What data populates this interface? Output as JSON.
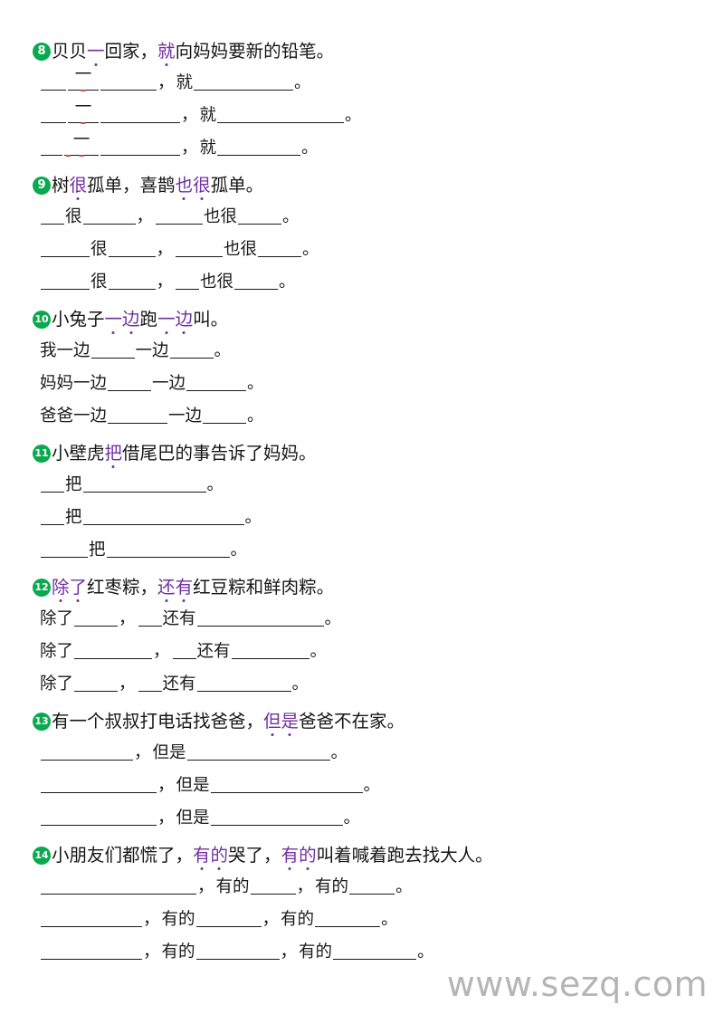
{
  "watermark": "www.sezq.com",
  "colors": {
    "badge_green": "#0aa94f",
    "emphasis_purple": "#7030a0",
    "text_black": "#1a1a1a",
    "watermark_gray": "#a9a9a9",
    "tick_red": "#d04a3a"
  },
  "exercises": [
    {
      "number": "8",
      "prompt": {
        "segments": [
          {
            "t": "贝贝",
            "em": false
          },
          {
            "t": "一",
            "em": true
          },
          {
            "t": "回家，",
            "em": false
          },
          {
            "t": "就",
            "em": true
          },
          {
            "t": "向妈妈要新的铅笔。",
            "em": false
          }
        ]
      },
      "lines": [
        {
          "parts": [
            {
              "type": "blank",
              "w": 28
            },
            {
              "type": "overblank",
              "char": "一",
              "w": 34,
              "tick": "center"
            },
            {
              "type": "blank",
              "w": 62
            },
            {
              "type": "text",
              "t": "，"
            },
            {
              "type": "text",
              "t": "就"
            },
            {
              "type": "blank",
              "w": 110
            },
            {
              "type": "text",
              "t": "。"
            }
          ]
        },
        {
          "parts": [
            {
              "type": "blank",
              "w": 28
            },
            {
              "type": "overblank",
              "char": "一",
              "w": 34,
              "tick": "center"
            },
            {
              "type": "blank",
              "w": 88
            },
            {
              "type": "text",
              "t": "，"
            },
            {
              "type": "text",
              "t": "就"
            },
            {
              "type": "blank",
              "w": 140
            },
            {
              "type": "text",
              "t": "。"
            }
          ]
        },
        {
          "parts": [
            {
              "type": "blank",
              "w": 24
            },
            {
              "type": "overblank",
              "char": "一",
              "w": 38,
              "tick": "both"
            },
            {
              "type": "blank",
              "w": 88
            },
            {
              "type": "text",
              "t": "，"
            },
            {
              "type": "text",
              "t": "就"
            },
            {
              "type": "blank",
              "w": 92
            },
            {
              "type": "text",
              "t": "。"
            }
          ]
        }
      ]
    },
    {
      "number": "9",
      "prompt": {
        "segments": [
          {
            "t": "树",
            "em": false
          },
          {
            "t": "很",
            "em": true
          },
          {
            "t": "孤单，喜鹊",
            "em": false
          },
          {
            "t": "也",
            "em": true
          },
          {
            "t": "很",
            "em": true
          },
          {
            "t": "孤单。",
            "em": false
          }
        ]
      },
      "lines": [
        {
          "parts": [
            {
              "type": "blank",
              "w": 26
            },
            {
              "type": "text",
              "t": "很"
            },
            {
              "type": "blank",
              "w": 58
            },
            {
              "type": "text",
              "t": "，"
            },
            {
              "type": "blank",
              "w": 52
            },
            {
              "type": "text",
              "t": "也很"
            },
            {
              "type": "blank",
              "w": 48
            },
            {
              "type": "text",
              "t": "。"
            }
          ]
        },
        {
          "parts": [
            {
              "type": "blank",
              "w": 54
            },
            {
              "type": "text",
              "t": "很"
            },
            {
              "type": "blank",
              "w": 52
            },
            {
              "type": "text",
              "t": "，"
            },
            {
              "type": "blank",
              "w": 52
            },
            {
              "type": "text",
              "t": "也很"
            },
            {
              "type": "blank",
              "w": 48
            },
            {
              "type": "text",
              "t": "。"
            }
          ]
        },
        {
          "parts": [
            {
              "type": "blank",
              "w": 54
            },
            {
              "type": "text",
              "t": "很"
            },
            {
              "type": "blank",
              "w": 52
            },
            {
              "type": "text",
              "t": "，"
            },
            {
              "type": "blank",
              "w": 26
            },
            {
              "type": "text",
              "t": "也很"
            },
            {
              "type": "blank",
              "w": 48
            },
            {
              "type": "text",
              "t": "。"
            }
          ]
        }
      ]
    },
    {
      "number": "10",
      "prompt": {
        "segments": [
          {
            "t": "小兔子",
            "em": false
          },
          {
            "t": "一",
            "em": true
          },
          {
            "t": "边",
            "em": true
          },
          {
            "t": "跑",
            "em": false
          },
          {
            "t": "一",
            "em": true
          },
          {
            "t": "边",
            "em": true
          },
          {
            "t": "叫。",
            "em": false
          }
        ]
      },
      "lines": [
        {
          "parts": [
            {
              "type": "text",
              "t": "我一边"
            },
            {
              "type": "blank",
              "w": 48
            },
            {
              "type": "text",
              "t": "一边"
            },
            {
              "type": "blank",
              "w": 48
            },
            {
              "type": "text",
              "t": "。"
            }
          ]
        },
        {
          "parts": [
            {
              "type": "text",
              "t": "妈妈一边"
            },
            {
              "type": "blank",
              "w": 48
            },
            {
              "type": "text",
              "t": "一边"
            },
            {
              "type": "blank",
              "w": 66
            },
            {
              "type": "text",
              "t": "。"
            }
          ]
        },
        {
          "parts": [
            {
              "type": "text",
              "t": "爸爸一边"
            },
            {
              "type": "blank",
              "w": 66
            },
            {
              "type": "text",
              "t": "一边"
            },
            {
              "type": "blank",
              "w": 48
            },
            {
              "type": "text",
              "t": "。"
            }
          ]
        }
      ]
    },
    {
      "number": "11",
      "prompt": {
        "segments": [
          {
            "t": "小壁虎",
            "em": false
          },
          {
            "t": "把",
            "em": true
          },
          {
            "t": "借尾巴的事告诉了妈妈。",
            "em": false
          }
        ]
      },
      "lines": [
        {
          "parts": [
            {
              "type": "blank",
              "w": 26
            },
            {
              "type": "text",
              "t": "把"
            },
            {
              "type": "blank",
              "w": 136
            },
            {
              "type": "text",
              "t": "。"
            }
          ]
        },
        {
          "parts": [
            {
              "type": "blank",
              "w": 26
            },
            {
              "type": "text",
              "t": "把"
            },
            {
              "type": "blank",
              "w": 178
            },
            {
              "type": "text",
              "t": "。"
            }
          ]
        },
        {
          "parts": [
            {
              "type": "blank",
              "w": 52
            },
            {
              "type": "text",
              "t": "把"
            },
            {
              "type": "blank",
              "w": 136
            },
            {
              "type": "text",
              "t": "。"
            }
          ]
        }
      ]
    },
    {
      "number": "12",
      "prompt": {
        "segments": [
          {
            "t": "除",
            "em": true
          },
          {
            "t": "了",
            "em": true
          },
          {
            "t": "红枣粽，",
            "em": false
          },
          {
            "t": "还",
            "em": true
          },
          {
            "t": "有",
            "em": true
          },
          {
            "t": "红豆粽和鲜肉粽。",
            "em": false
          }
        ]
      },
      "lines": [
        {
          "parts": [
            {
              "type": "text",
              "t": "除了"
            },
            {
              "type": "blank",
              "w": 48
            },
            {
              "type": "text",
              "t": "，"
            },
            {
              "type": "blank",
              "w": 26
            },
            {
              "type": "text",
              "t": "还有"
            },
            {
              "type": "blank",
              "w": 140
            },
            {
              "type": "text",
              "t": "。"
            }
          ]
        },
        {
          "parts": [
            {
              "type": "text",
              "t": "除了"
            },
            {
              "type": "blank",
              "w": 86
            },
            {
              "type": "text",
              "t": "，"
            },
            {
              "type": "blank",
              "w": 26
            },
            {
              "type": "text",
              "t": "还有"
            },
            {
              "type": "blank",
              "w": 86
            },
            {
              "type": "text",
              "t": "。"
            }
          ]
        },
        {
          "parts": [
            {
              "type": "text",
              "t": "除了"
            },
            {
              "type": "blank",
              "w": 48
            },
            {
              "type": "text",
              "t": "，"
            },
            {
              "type": "blank",
              "w": 26
            },
            {
              "type": "text",
              "t": "还有"
            },
            {
              "type": "blank",
              "w": 104
            },
            {
              "type": "text",
              "t": "。"
            }
          ]
        }
      ]
    },
    {
      "number": "13",
      "prompt": {
        "segments": [
          {
            "t": "有一个叔叔打电话找爸爸，",
            "em": false
          },
          {
            "t": "但",
            "em": true
          },
          {
            "t": "是",
            "em": true
          },
          {
            "t": "爸爸不在家。",
            "em": false
          }
        ]
      },
      "lines": [
        {
          "parts": [
            {
              "type": "blank",
              "w": 102
            },
            {
              "type": "text",
              "t": "，"
            },
            {
              "type": "text",
              "t": "但是"
            },
            {
              "type": "blank",
              "w": 158
            },
            {
              "type": "text",
              "t": "。"
            }
          ]
        },
        {
          "parts": [
            {
              "type": "blank",
              "w": 128
            },
            {
              "type": "text",
              "t": "，"
            },
            {
              "type": "text",
              "t": "但是"
            },
            {
              "type": "blank",
              "w": 168
            },
            {
              "type": "text",
              "t": "。"
            }
          ]
        },
        {
          "parts": [
            {
              "type": "blank",
              "w": 128
            },
            {
              "type": "text",
              "t": "，"
            },
            {
              "type": "text",
              "t": "但是"
            },
            {
              "type": "blank",
              "w": 146
            },
            {
              "type": "text",
              "t": "。"
            }
          ]
        }
      ]
    },
    {
      "number": "14",
      "prompt": {
        "segments": [
          {
            "t": "小朋友们都慌了，",
            "em": false
          },
          {
            "t": "有",
            "em": true
          },
          {
            "t": "的",
            "em": true
          },
          {
            "t": "哭了，",
            "em": false
          },
          {
            "t": "有",
            "em": true
          },
          {
            "t": "的",
            "em": true
          },
          {
            "t": "叫着喊着跑去找大人。",
            "em": false
          }
        ]
      },
      "lines": [
        {
          "parts": [
            {
              "type": "blank",
              "w": 172
            },
            {
              "type": "text",
              "t": "，"
            },
            {
              "type": "text",
              "t": "有的"
            },
            {
              "type": "blank",
              "w": 50
            },
            {
              "type": "text",
              "t": "，"
            },
            {
              "type": "text",
              "t": "有的"
            },
            {
              "type": "blank",
              "w": 50
            },
            {
              "type": "text",
              "t": "。"
            }
          ]
        },
        {
          "parts": [
            {
              "type": "blank",
              "w": 112
            },
            {
              "type": "text",
              "t": "，"
            },
            {
              "type": "text",
              "t": "有的"
            },
            {
              "type": "blank",
              "w": 72
            },
            {
              "type": "text",
              "t": "，"
            },
            {
              "type": "text",
              "t": "有的"
            },
            {
              "type": "blank",
              "w": 72
            },
            {
              "type": "text",
              "t": "。"
            }
          ]
        },
        {
          "parts": [
            {
              "type": "blank",
              "w": 112
            },
            {
              "type": "text",
              "t": "，"
            },
            {
              "type": "text",
              "t": "有的"
            },
            {
              "type": "blank",
              "w": 92
            },
            {
              "type": "text",
              "t": "，"
            },
            {
              "type": "text",
              "t": "有的"
            },
            {
              "type": "blank",
              "w": 92
            },
            {
              "type": "text",
              "t": "。"
            }
          ]
        }
      ]
    }
  ]
}
